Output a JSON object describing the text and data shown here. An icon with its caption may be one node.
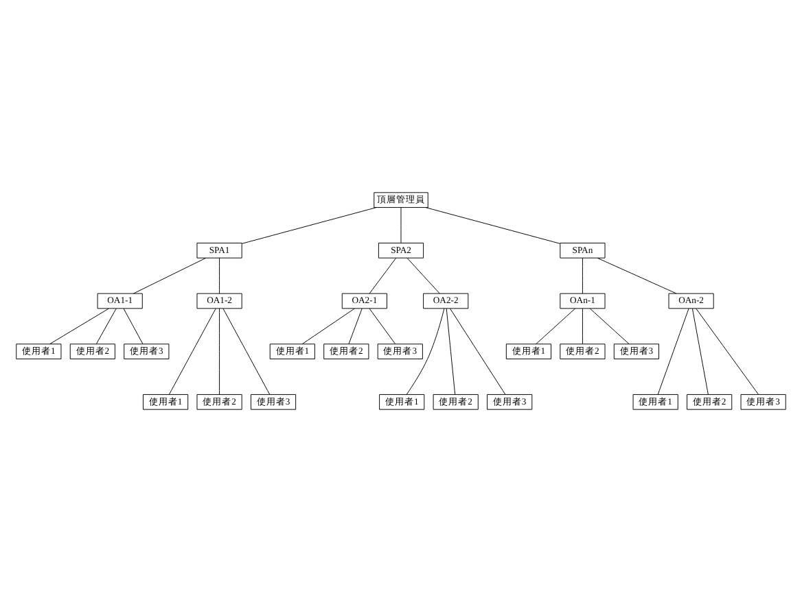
{
  "diagram": {
    "nodes": [
      {
        "text": [
          "頂層管理員"
        ]
      },
      {
        "text": [
          "SPA1"
        ]
      },
      {
        "text": [
          "SPA2"
        ]
      },
      {
        "text": [
          "SPAn"
        ]
      },
      {
        "text": [
          "OA1-1"
        ]
      },
      {
        "text": [
          "OA1-2"
        ]
      },
      {
        "text": [
          "OA2-1"
        ]
      },
      {
        "text": [
          "OA2-2"
        ]
      },
      {
        "text": [
          "OAn-1"
        ]
      },
      {
        "text": [
          "OAn-2"
        ]
      },
      {
        "text": [
          "使用者1"
        ]
      },
      {
        "text": [
          "使用者2"
        ]
      },
      {
        "text": [
          "使用者3"
        ]
      },
      {
        "text": [
          "使用者1"
        ]
      },
      {
        "text": [
          "使用者2"
        ]
      },
      {
        "text": [
          "使用者3"
        ]
      },
      {
        "text": [
          "使用者1"
        ]
      },
      {
        "text": [
          "使用者2"
        ]
      },
      {
        "text": [
          "使用者3"
        ]
      },
      {
        "text": [
          "使用者1"
        ]
      },
      {
        "text": [
          "使用者2"
        ]
      },
      {
        "text": [
          "使用者3"
        ]
      },
      {
        "text": [
          "使用者1"
        ]
      },
      {
        "text": [
          "使用者2"
        ]
      },
      {
        "text": [
          "使用者3"
        ]
      },
      {
        "text": [
          "使用者1"
        ]
      },
      {
        "text": [
          "使用者2"
        ]
      },
      {
        "text": [
          "使用者3"
        ]
      }
    ],
    "edges": [
      {
        "from": 0,
        "to": 1,
        "arrow": "none"
      },
      {
        "from": 0,
        "to": 2,
        "arrow": "none"
      },
      {
        "from": 0,
        "to": 3,
        "arrow": "none"
      },
      {
        "from": 1,
        "to": 4,
        "arrow": "none"
      },
      {
        "from": 1,
        "to": 5,
        "arrow": "none"
      },
      {
        "from": 2,
        "to": 6,
        "arrow": "none"
      },
      {
        "from": 2,
        "to": 7,
        "arrow": "none"
      },
      {
        "from": 3,
        "to": 8,
        "arrow": "none"
      },
      {
        "from": 3,
        "to": 9,
        "arrow": "none"
      },
      {
        "from": 4,
        "to": 10,
        "arrow": "none"
      },
      {
        "from": 4,
        "to": 11,
        "arrow": "none"
      },
      {
        "from": 4,
        "to": 12,
        "arrow": "none"
      },
      {
        "from": 5,
        "to": 13,
        "arrow": "none"
      },
      {
        "from": 5,
        "to": 14,
        "arrow": "none"
      },
      {
        "from": 5,
        "to": 15,
        "arrow": "none"
      },
      {
        "from": 6,
        "to": 16,
        "arrow": "none"
      },
      {
        "from": 6,
        "to": 17,
        "arrow": "none"
      },
      {
        "from": 6,
        "to": 18,
        "arrow": "none"
      },
      {
        "from": 7,
        "to": 19,
        "arrow": "none"
      },
      {
        "from": 7,
        "to": 20,
        "arrow": "none"
      },
      {
        "from": 7,
        "to": 21,
        "arrow": "none"
      },
      {
        "from": 8,
        "to": 22,
        "arrow": "none"
      },
      {
        "from": 8,
        "to": 23,
        "arrow": "none"
      },
      {
        "from": 8,
        "to": 24,
        "arrow": "none"
      },
      {
        "from": 9,
        "to": 25,
        "arrow": "none"
      },
      {
        "from": 9,
        "to": 26,
        "arrow": "none"
      },
      {
        "from": 9,
        "to": 27,
        "arrow": "none"
      }
    ]
  }
}
